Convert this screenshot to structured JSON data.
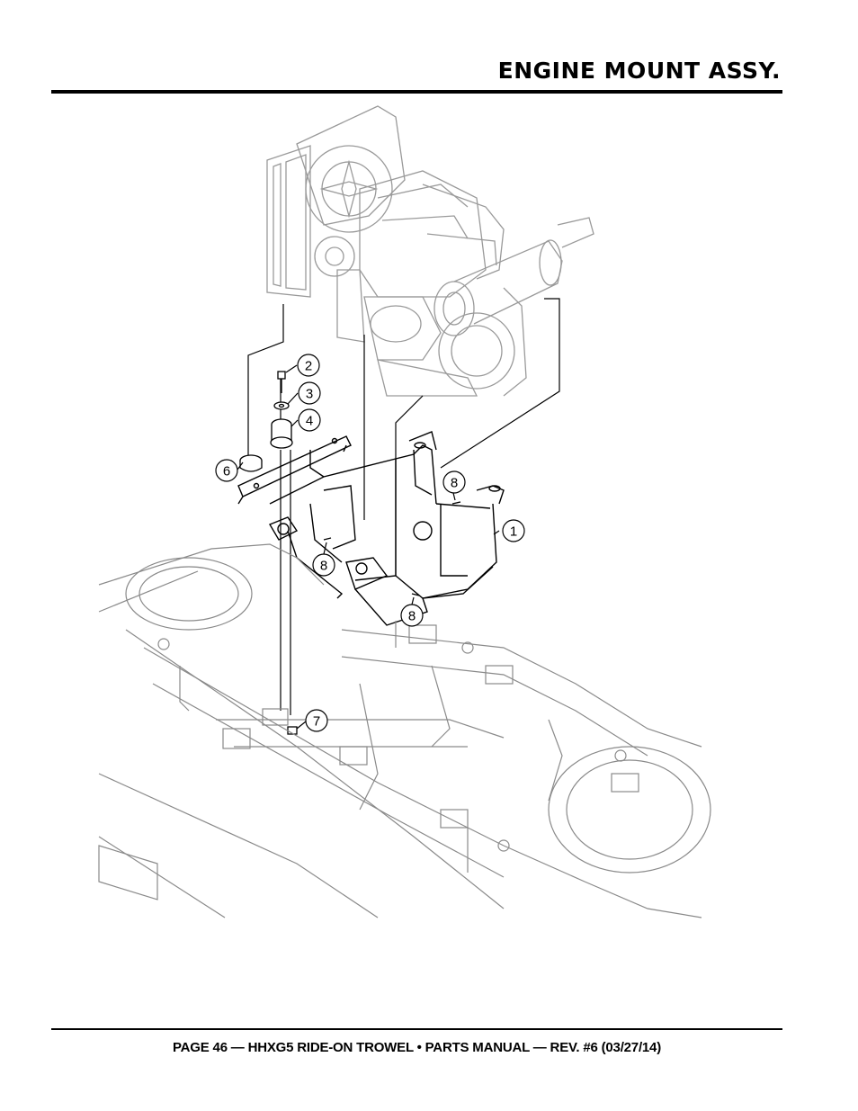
{
  "header": {
    "title": "ENGINE MOUNT ASSY."
  },
  "footer": {
    "text": "PAGE 46 — HHXG5 RIDE-ON TROWEL • PARTS MANUAL — REV. #6 (03/27/14)"
  },
  "callouts": [
    {
      "id": "c1",
      "label": "1"
    },
    {
      "id": "c2",
      "label": "2"
    },
    {
      "id": "c3",
      "label": "3"
    },
    {
      "id": "c4",
      "label": "4"
    },
    {
      "id": "c6",
      "label": "6"
    },
    {
      "id": "c7",
      "label": "7"
    },
    {
      "id": "c8a",
      "label": "8"
    },
    {
      "id": "c8b",
      "label": "8"
    },
    {
      "id": "c8c",
      "label": "8"
    }
  ]
}
